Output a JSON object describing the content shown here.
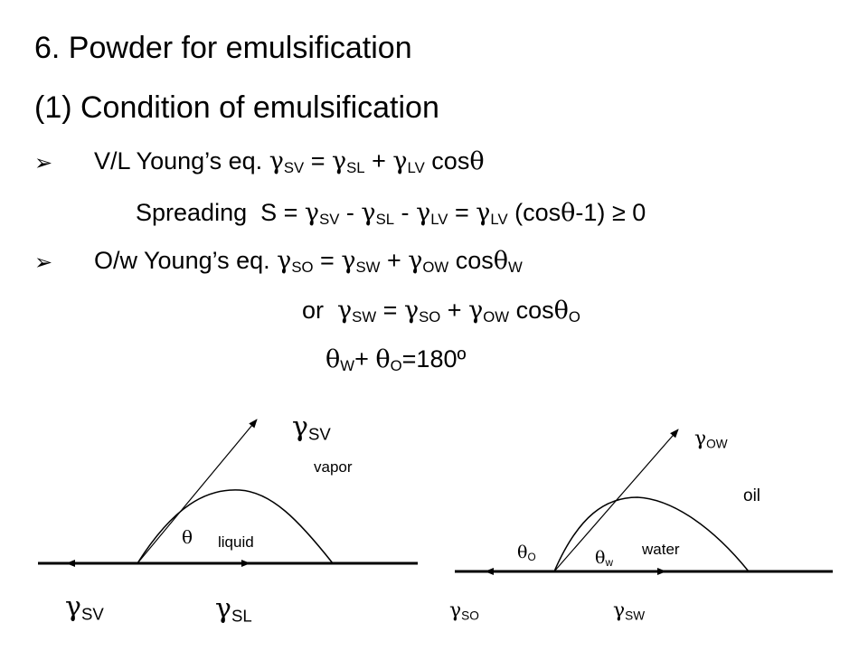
{
  "title": "6. Powder for emulsification",
  "subtitle": "(1) Condition of emulsification",
  "bullet_glyph": "➢",
  "g": "γ",
  "th": "θ",
  "vl": {
    "label": "V/L Young’s eq.",
    "sv": "SV",
    "eq": "=",
    "sl": "SL",
    "plus": "+",
    "lv": "LV",
    "cos": "cos"
  },
  "spreading": {
    "label": "Spreading",
    "s_eq": "S =",
    "sv": "SV",
    "minus": "-",
    "sl": "SL",
    "lv": "LV",
    "eq": "=",
    "lv2": "LV",
    "open": "(cos",
    "close": "-1)",
    "ge": "≥",
    "zero": "0"
  },
  "ow": {
    "label": "O/w Young’s eq.",
    "so": "SO",
    "eq": "=",
    "sw": "SW",
    "plus": "+",
    "owsub": "OW",
    "cos": "cos",
    "w": "W"
  },
  "or_line": {
    "or": "or",
    "sw": "SW",
    "eq": "=",
    "so": "SO",
    "plus": "+",
    "owsub": "OW",
    "cos": "cos",
    "o": "O"
  },
  "sum_line": {
    "w": "W",
    "plus": "+",
    "o": "O",
    "rest": "=180º"
  },
  "left_diagram": {
    "gamma_sv_top_sub": "SV",
    "vapor": "vapor",
    "liquid": "liquid",
    "gamma_sv_bottom_sub": "SV",
    "gamma_sl_sub": "SL"
  },
  "right_diagram": {
    "gamma_ow_sub": "OW",
    "oil": "oil",
    "water": "water",
    "theta_o_sub": "O",
    "theta_w_sub": "w",
    "gamma_so_sub": "SO",
    "gamma_sw_sub": "SW"
  }
}
